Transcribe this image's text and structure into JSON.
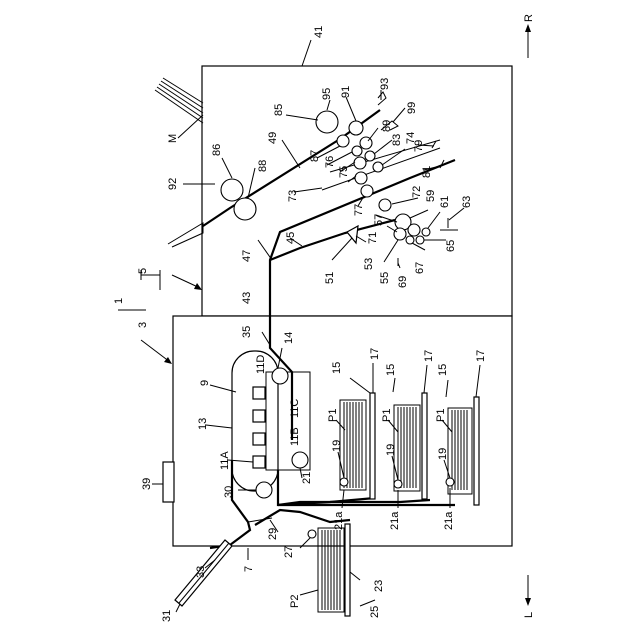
{
  "diagram": {
    "direction_right": "R",
    "direction_left": "L",
    "refs": {
      "r1": "1",
      "r3": "3",
      "r5": "5",
      "r7": "7",
      "r9": "9",
      "r11A": "11A",
      "r11B": "11B",
      "r11C": "11C",
      "r11D": "11D",
      "r13": "13",
      "r14": "14",
      "r15": "15",
      "r17": "17",
      "r19": "19",
      "r21": "21",
      "r21a": "21a",
      "r23": "23",
      "r25": "25",
      "r27": "27",
      "r29": "29",
      "r30": "30",
      "r31": "31",
      "r33": "33",
      "r35": "35",
      "r39": "39",
      "r41": "41",
      "r43": "43",
      "r45": "45",
      "r47": "47",
      "r49": "49",
      "r51": "51",
      "r53": "53",
      "r55": "55",
      "r57": "57",
      "r59": "59",
      "r61": "61",
      "r63": "63",
      "r65": "65",
      "r67": "67",
      "r69": "69",
      "r71": "71",
      "r72": "72",
      "r73": "73",
      "r74": "74",
      "r75": "75",
      "r76": "76",
      "r77": "77",
      "r79": "79",
      "r81": "81",
      "r83": "83",
      "r85": "85",
      "r86": "86",
      "r87": "87",
      "r88": "88",
      "r89": "89",
      "r91": "91",
      "r92": "92",
      "r93": "93",
      "r95": "95",
      "r99": "99",
      "rM": "M",
      "rP1": "P1",
      "rP2": "P2"
    }
  }
}
